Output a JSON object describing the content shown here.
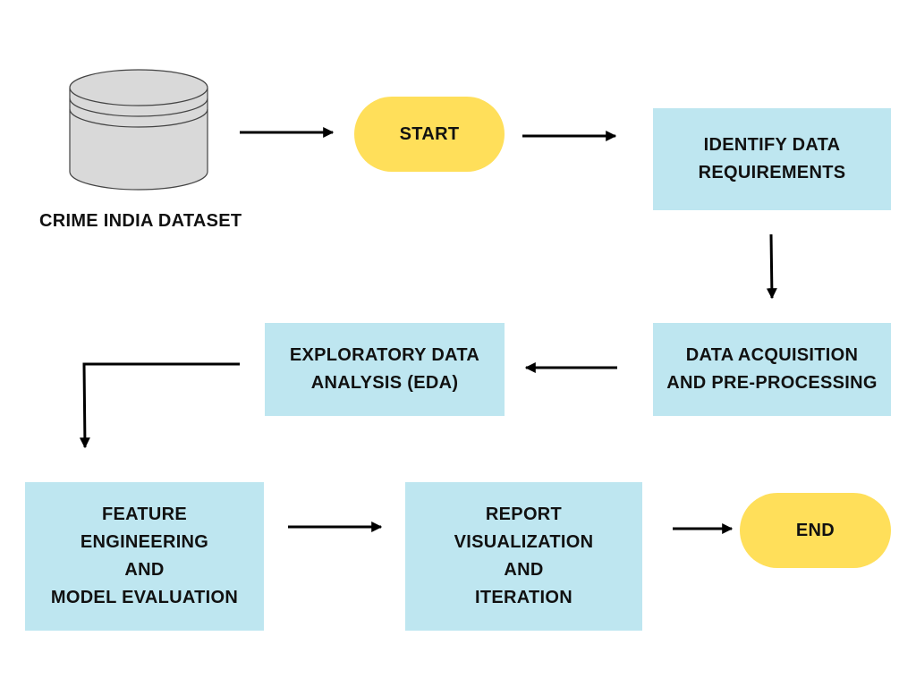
{
  "dataset": {
    "label": "CRIME INDIA DATASET"
  },
  "nodes": {
    "start": {
      "label": "START"
    },
    "identify": {
      "lines": [
        "IDENTIFY DATA",
        "REQUIREMENTS"
      ]
    },
    "acquisition": {
      "lines": [
        "DATA ACQUISITION",
        "AND PRE-PROCESSING"
      ]
    },
    "eda": {
      "lines": [
        "EXPLORATORY DATA",
        "ANALYSIS (EDA)"
      ]
    },
    "feature": {
      "lines": [
        "FEATURE",
        "ENGINEERING",
        "AND",
        "MODEL EVALUATION"
      ]
    },
    "report": {
      "lines": [
        "REPORT",
        "VISUALIZATION",
        "AND",
        "ITERATION"
      ]
    },
    "end": {
      "label": "END"
    }
  },
  "colors": {
    "process_fill": "#bee6f0",
    "terminal_fill": "#ffdf5a",
    "database_fill": "#d9d9d9",
    "arrow": "#000000"
  }
}
